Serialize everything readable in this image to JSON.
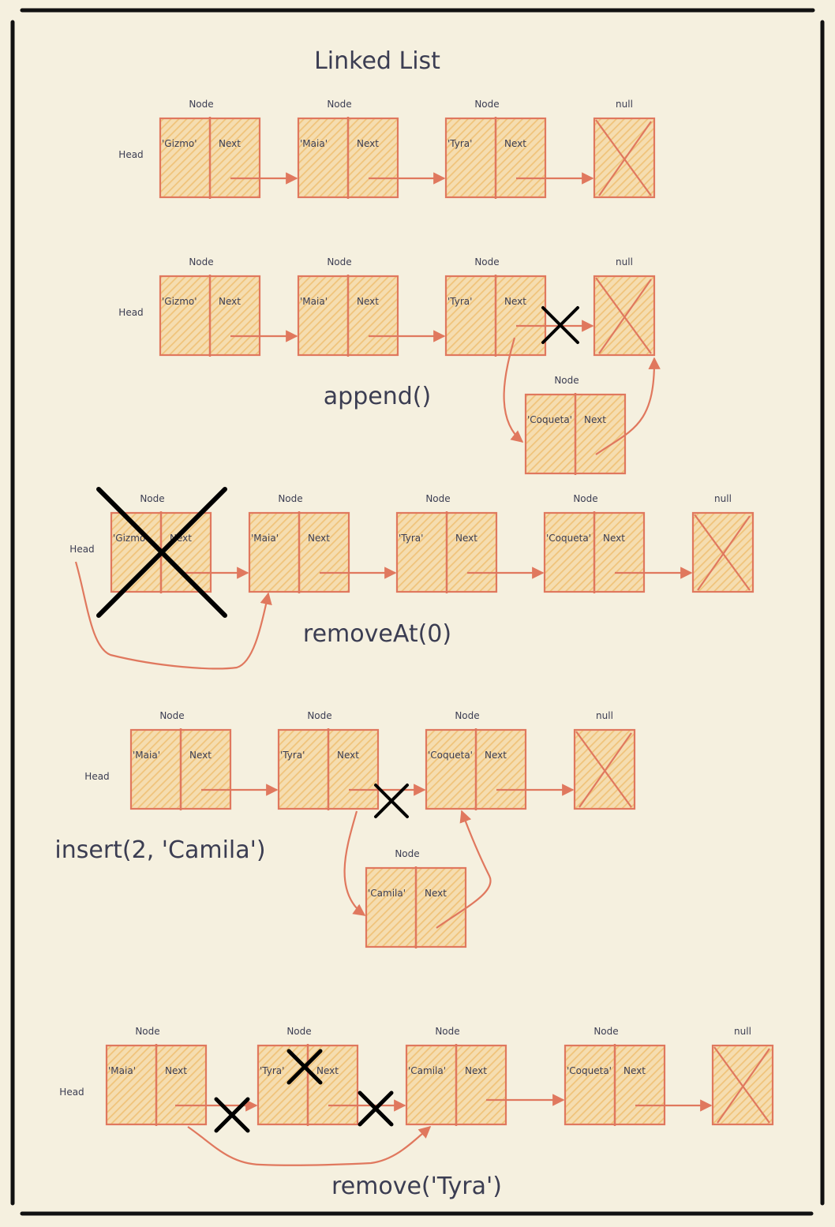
{
  "title": "Linked List",
  "labels": {
    "node": "Node",
    "null": "null",
    "head": "Head",
    "next": "Next"
  },
  "operations": {
    "append": "append()",
    "removeAt": "removeAt(0)",
    "insert": "insert(2, 'Camila')",
    "remove": "remove('Tyra')"
  },
  "rows": [
    {
      "values": [
        "'Gizmo'",
        "'Maia'",
        "'Tyra'"
      ]
    },
    {
      "values": [
        "'Gizmo'",
        "'Maia'",
        "'Tyra'"
      ],
      "new_node": "'Coqueta'"
    },
    {
      "values": [
        "'Gizmo'",
        "'Maia'",
        "'Tyra'",
        "'Coqueta'"
      ]
    },
    {
      "values": [
        "'Maia'",
        "'Tyra'",
        "'Coqueta'"
      ],
      "new_node": "'Camila'"
    },
    {
      "values": [
        "'Maia'",
        "'Tyra'",
        "'Camila'",
        "'Coqueta'"
      ]
    }
  ],
  "colors": {
    "background": "#f5f0df",
    "node_stroke": "#e0785e",
    "node_fill": "#f2c98a",
    "text": "#3b3d52",
    "border": "#111111",
    "cross": "#000000"
  }
}
